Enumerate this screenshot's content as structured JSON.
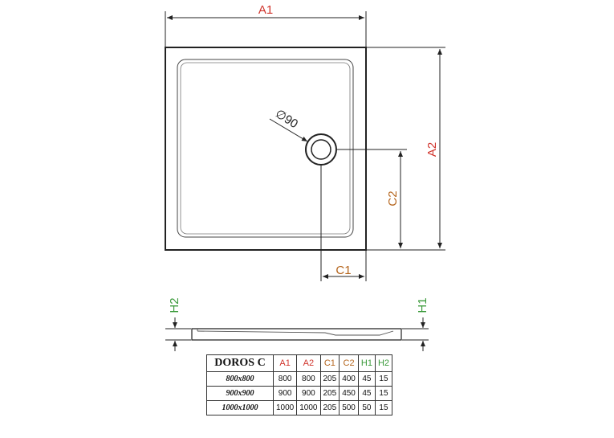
{
  "colors": {
    "line": "#222222",
    "red_label": "#d0342c",
    "brown_label": "#b5651d",
    "green_label": "#3a9a3a"
  },
  "dimensions": {
    "a1": "A1",
    "a2": "A2",
    "c1": "C1",
    "c2": "C2",
    "h1": "H1",
    "h2": "H2",
    "drain": "∅90"
  },
  "table": {
    "model": "DOROS C",
    "headers": [
      "A1",
      "A2",
      "C1",
      "C2",
      "H1",
      "H2"
    ],
    "rows": [
      {
        "size": "800x800",
        "values": [
          "800",
          "800",
          "205",
          "400",
          "45",
          "15"
        ]
      },
      {
        "size": "900x900",
        "values": [
          "900",
          "900",
          "205",
          "450",
          "45",
          "15"
        ]
      },
      {
        "size": "1000x1000",
        "values": [
          "1000",
          "1000",
          "205",
          "500",
          "50",
          "15"
        ]
      }
    ]
  }
}
